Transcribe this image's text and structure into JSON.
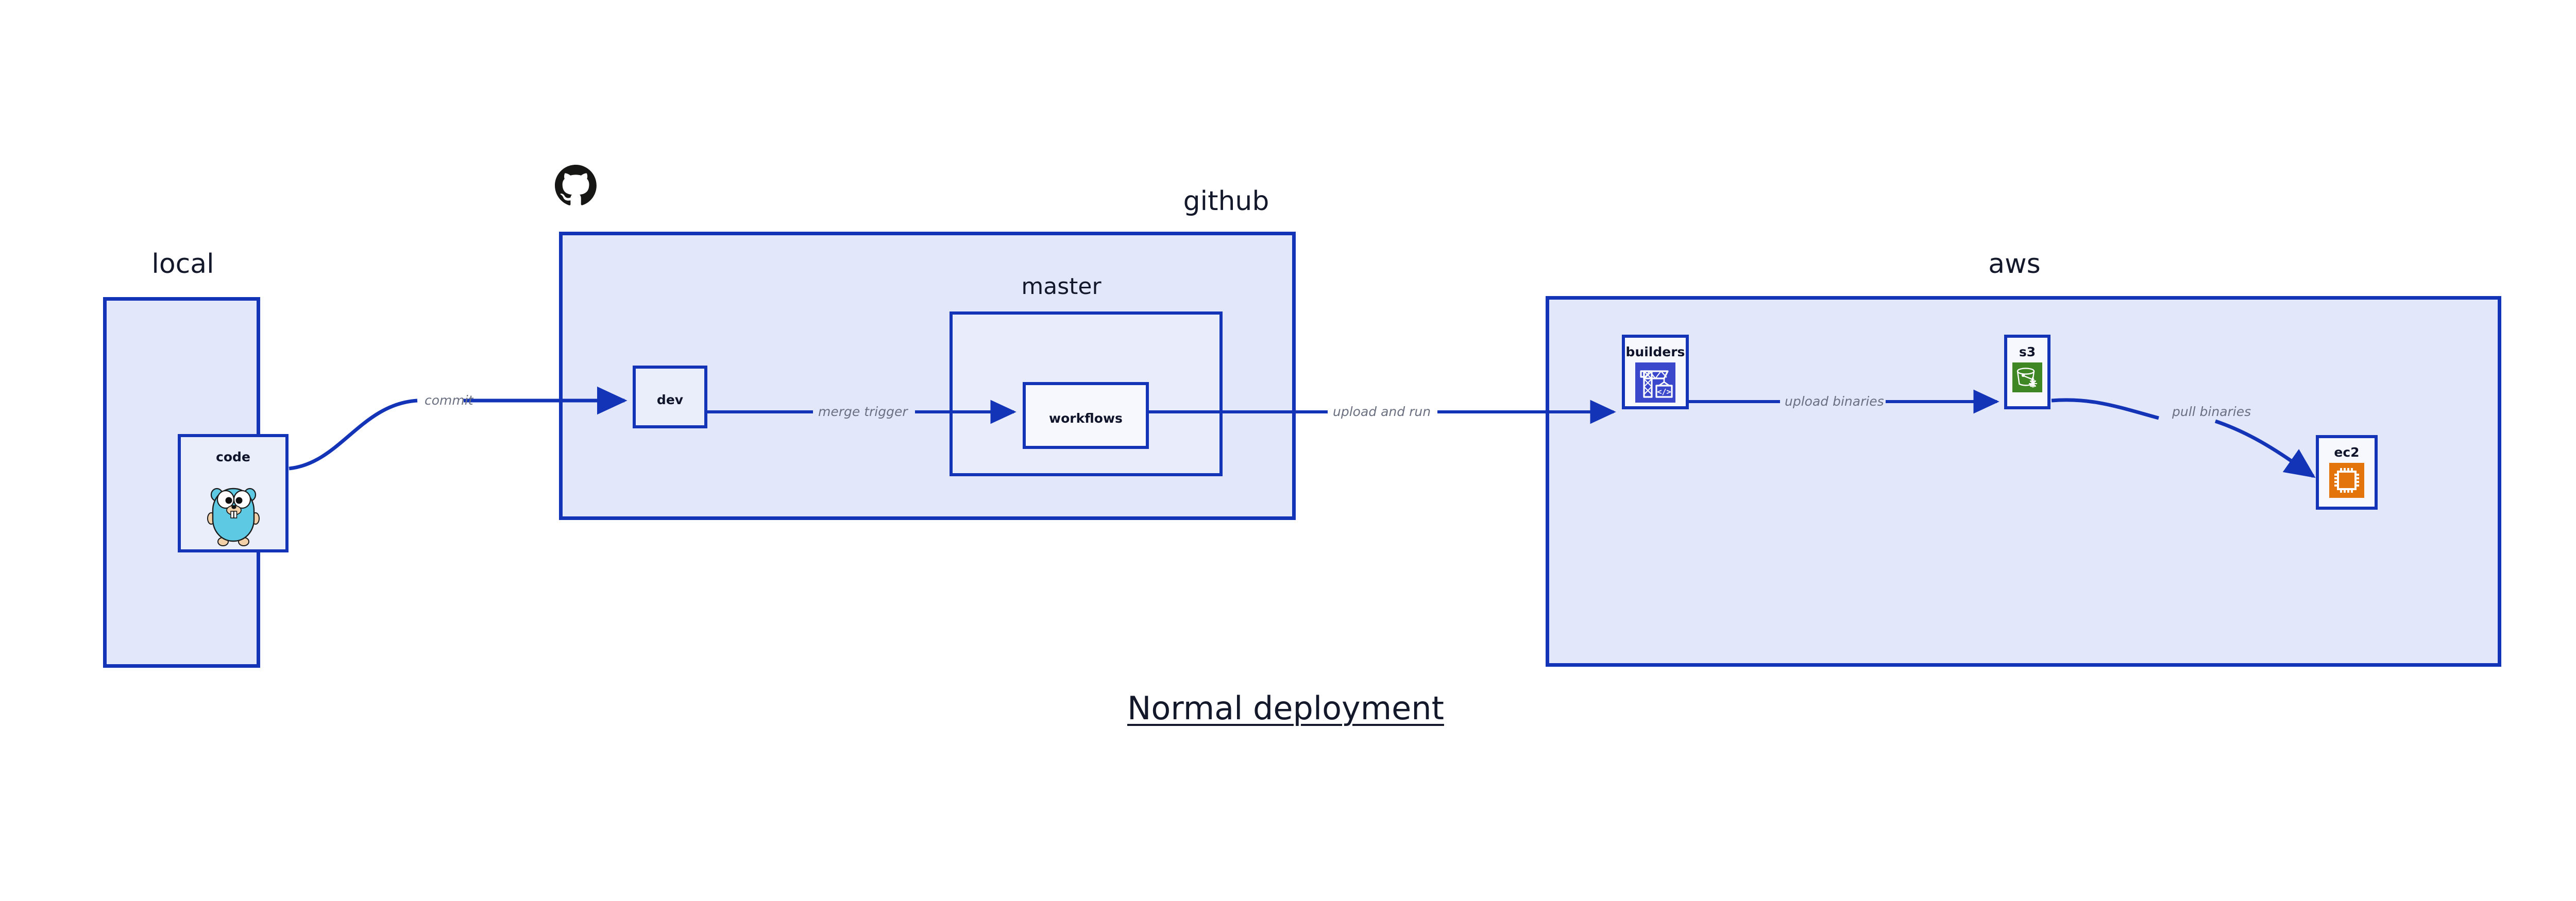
{
  "diagram": {
    "caption": "Normal deployment",
    "accent_border": "#1434B8",
    "group_fill": "#E2E7FA",
    "subgroup_fill": "#E8ECFB",
    "node_fill": "#EAEEFB",
    "node_fill_white": "#F7F8FD",
    "label_color": "#14182B",
    "edge_label_color": "#6B7080"
  },
  "groups": {
    "local": {
      "label": "local"
    },
    "github": {
      "label": "github"
    },
    "master": {
      "label": "master"
    },
    "aws": {
      "label": "aws"
    }
  },
  "nodes": {
    "code": {
      "label": "code",
      "icon": "go-gopher-icon"
    },
    "dev": {
      "label": "dev"
    },
    "workflows": {
      "label": "workflows"
    },
    "builders": {
      "label": "builders",
      "icon": "aws-builders-crane-icon",
      "icon_color": "#3B48CC"
    },
    "s3": {
      "label": "s3",
      "icon": "aws-s3-bucket-icon",
      "icon_color": "#3F8624"
    },
    "ec2": {
      "label": "ec2",
      "icon": "aws-ec2-cpu-icon",
      "icon_color": "#E2740B"
    }
  },
  "edges": [
    {
      "id": "commit",
      "label": "commit",
      "from": "code",
      "to": "dev"
    },
    {
      "id": "merge-trigger",
      "label": "merge trigger",
      "from": "dev",
      "to": "workflows"
    },
    {
      "id": "upload-and-run",
      "label": "upload and run",
      "from": "workflows",
      "to": "builders"
    },
    {
      "id": "upload-binaries",
      "label": "upload binaries",
      "from": "builders",
      "to": "s3"
    },
    {
      "id": "pull-binaries",
      "label": "pull binaries",
      "from": "s3",
      "to": "ec2"
    }
  ],
  "logos": {
    "github": {
      "name": "github-octocat-logo",
      "color": "#161614"
    }
  }
}
